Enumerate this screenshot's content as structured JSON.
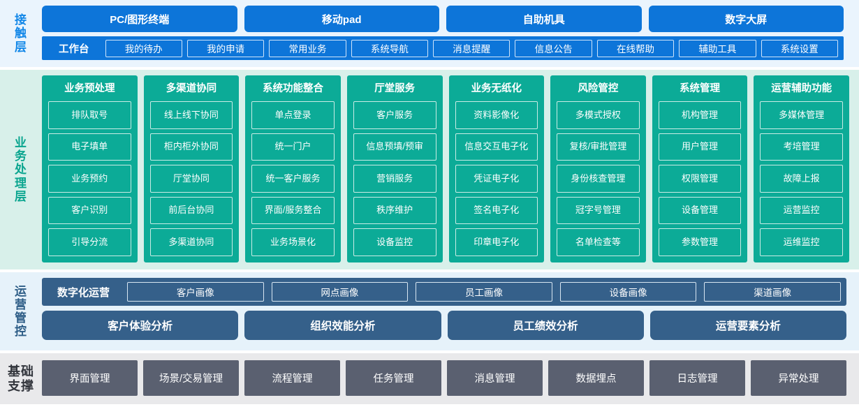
{
  "colors": {
    "blue": "#0d75d9",
    "blue_bg": "#eaf4fd",
    "green": "#0cab97",
    "green_bg": "#d8f0ea",
    "dark_blue": "#35608a",
    "dark_blue_bg": "#e6f2fa",
    "gray": "#5a6070",
    "gray_bg": "#e9e9eb"
  },
  "layers": {
    "contact": {
      "label": "接触层",
      "label_chars": [
        "接",
        "触",
        "层"
      ],
      "channels": [
        {
          "label": "PC/图形终端"
        },
        {
          "label": "移动pad"
        },
        {
          "label": "自助机具"
        },
        {
          "label": "数字大屏"
        }
      ],
      "workbench": {
        "title": "工作台",
        "items": [
          {
            "label": "我的待办"
          },
          {
            "label": "我的申请"
          },
          {
            "label": "常用业务"
          },
          {
            "label": "系统导航"
          },
          {
            "label": "消息提醒"
          },
          {
            "label": "信息公告"
          },
          {
            "label": "在线帮助"
          },
          {
            "label": "辅助工具"
          },
          {
            "label": "系统设置"
          }
        ]
      }
    },
    "business": {
      "label": "业务处理层",
      "label_chars": [
        "业",
        "务",
        "处",
        "理",
        "层"
      ],
      "columns": [
        {
          "title": "业务预处理",
          "items": [
            "排队取号",
            "电子填单",
            "业务预约",
            "客户识别",
            "引导分流"
          ]
        },
        {
          "title": "多渠道协同",
          "items": [
            "线上线下协同",
            "柜内柜外协同",
            "厅堂协同",
            "前后台协同",
            "多渠道协同"
          ]
        },
        {
          "title": "系统功能整合",
          "items": [
            "单点登录",
            "统一门户",
            "统一客户服务",
            "界面/服务整合",
            "业务场景化"
          ]
        },
        {
          "title": "厅堂服务",
          "items": [
            "客户服务",
            "信息预填/预审",
            "营销服务",
            "秩序维护",
            "设备监控"
          ]
        },
        {
          "title": "业务无纸化",
          "items": [
            "资料影像化",
            "信息交互电子化",
            "凭证电子化",
            "签名电子化",
            "印章电子化"
          ]
        },
        {
          "title": "风险管控",
          "items": [
            "多模式授权",
            "复核/审批管理",
            "身份核查管理",
            "冠字号管理",
            "名单检查等"
          ]
        },
        {
          "title": "系统管理",
          "items": [
            "机构管理",
            "用户管理",
            "权限管理",
            "设备管理",
            "参数管理"
          ]
        },
        {
          "title": "运营辅助功能",
          "items": [
            "多媒体管理",
            "考培管理",
            "故障上报",
            "运营监控",
            "运维监控"
          ]
        }
      ]
    },
    "operation": {
      "label": "运营管控",
      "label_chars": [
        "运",
        "营",
        "管",
        "控"
      ],
      "digital": {
        "title": "数字化运营",
        "items": [
          {
            "label": "客户画像"
          },
          {
            "label": "网点画像"
          },
          {
            "label": "员工画像"
          },
          {
            "label": "设备画像"
          },
          {
            "label": "渠道画像"
          }
        ]
      },
      "analysis": [
        {
          "label": "客户体验分析"
        },
        {
          "label": "组织效能分析"
        },
        {
          "label": "员工绩效分析"
        },
        {
          "label": "运营要素分析"
        }
      ]
    },
    "foundation": {
      "label": "基础支撑",
      "label_lines": [
        "基础",
        "支撑"
      ],
      "items": [
        {
          "label": "界面管理"
        },
        {
          "label": "场景/交易管理"
        },
        {
          "label": "流程管理"
        },
        {
          "label": "任务管理"
        },
        {
          "label": "消息管理"
        },
        {
          "label": "数据埋点"
        },
        {
          "label": "日志管理"
        },
        {
          "label": "异常处理"
        }
      ]
    }
  }
}
